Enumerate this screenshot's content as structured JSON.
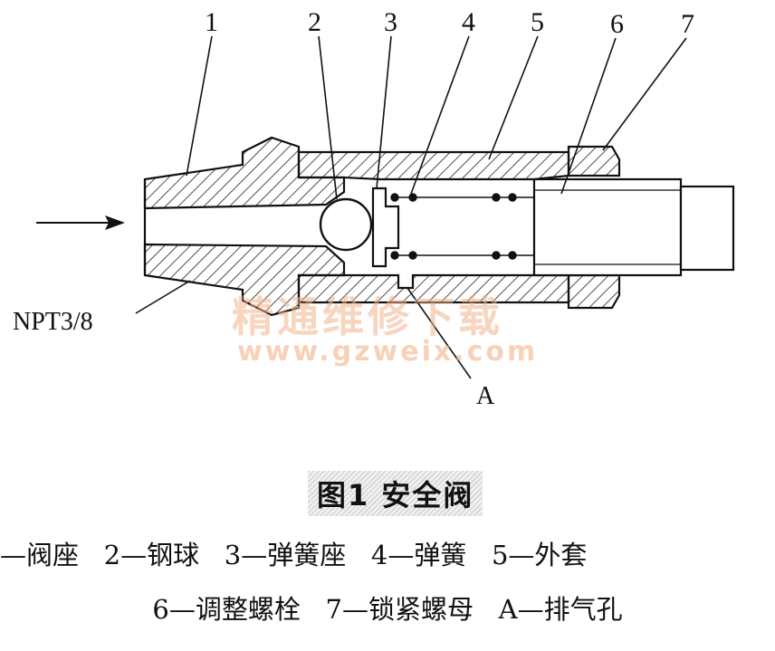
{
  "diagram": {
    "part_numbers": [
      "1",
      "2",
      "3",
      "4",
      "5",
      "6",
      "7"
    ],
    "inlet_thread_label": "NPT3/8",
    "exhaust_hole_label": "A",
    "watermark_cn": "精通维修下载",
    "watermark_url": "www.gzweix.com"
  },
  "caption": "图1  安全阀",
  "legend": {
    "line1": "—阀座   2—钢球   3—弹簧座   4—弹簧   5—外套",
    "line2": "6—调整螺栓   7—锁紧螺母   A—排气孔"
  }
}
